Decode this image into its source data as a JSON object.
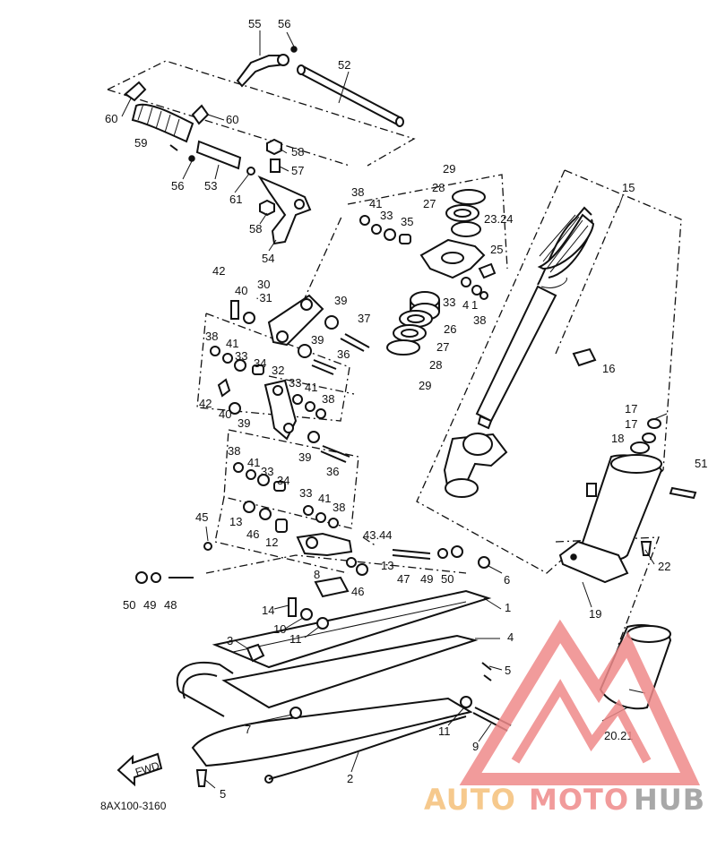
{
  "diagram_code": "8AX100-3160",
  "fwd_label": "FWD",
  "watermark": {
    "part1": "AUTO",
    "part2": "MOTO",
    "part3": "HUB",
    "color_light": "#f5c07a",
    "color_mid": "#ef8a8a",
    "color_dark": "#9a9a9a"
  },
  "callouts": [
    {
      "text": "55"
    },
    {
      "text": "56"
    },
    {
      "text": "52"
    },
    {
      "text": "60"
    },
    {
      "text": "60"
    },
    {
      "text": "59"
    },
    {
      "text": "58"
    },
    {
      "text": "57"
    },
    {
      "text": "56"
    },
    {
      "text": "53"
    },
    {
      "text": "61"
    },
    {
      "text": "58"
    },
    {
      "text": "54"
    },
    {
      "text": "29"
    },
    {
      "text": "28"
    },
    {
      "text": "27"
    },
    {
      "text": "23.24"
    },
    {
      "text": "25"
    },
    {
      "text": "38"
    },
    {
      "text": "41"
    },
    {
      "text": "33"
    },
    {
      "text": "35"
    },
    {
      "text": "15"
    },
    {
      "text": "42"
    },
    {
      "text": "40"
    },
    {
      "text": "30"
    },
    {
      "text": "·31"
    },
    {
      "text": "39"
    },
    {
      "text": "37"
    },
    {
      "text": "39"
    },
    {
      "text": "36"
    },
    {
      "text": "33"
    },
    {
      "text": "4"
    },
    {
      "text": "1"
    },
    {
      "text": "38"
    },
    {
      "text": "26"
    },
    {
      "text": "27"
    },
    {
      "text": "28"
    },
    {
      "text": "29"
    },
    {
      "text": "16"
    },
    {
      "text": "38"
    },
    {
      "text": "41"
    },
    {
      "text": "33"
    },
    {
      "text": "34"
    },
    {
      "text": "32"
    },
    {
      "text": "33"
    },
    {
      "text": "41"
    },
    {
      "text": "38"
    },
    {
      "text": "42"
    },
    {
      "text": "40"
    },
    {
      "text": "39"
    },
    {
      "text": "17"
    },
    {
      "text": "17"
    },
    {
      "text": "18"
    },
    {
      "text": "51"
    },
    {
      "text": "39"
    },
    {
      "text": "36"
    },
    {
      "text": "38"
    },
    {
      "text": "41"
    },
    {
      "text": "33"
    },
    {
      "text": "34"
    },
    {
      "text": "33"
    },
    {
      "text": "41"
    },
    {
      "text": "38"
    },
    {
      "text": "13"
    },
    {
      "text": "46"
    },
    {
      "text": "12"
    },
    {
      "text": "45"
    },
    {
      "text": "43.44"
    },
    {
      "text": "22"
    },
    {
      "text": "13"
    },
    {
      "text": "47"
    },
    {
      "text": "49"
    },
    {
      "text": "50"
    },
    {
      "text": "6"
    },
    {
      "text": "8"
    },
    {
      "text": "46"
    },
    {
      "text": "19"
    },
    {
      "text": "50"
    },
    {
      "text": "49"
    },
    {
      "text": "48"
    },
    {
      "text": "14"
    },
    {
      "text": "1"
    },
    {
      "text": "10"
    },
    {
      "text": "11"
    },
    {
      "text": "4"
    },
    {
      "text": "3"
    },
    {
      "text": "5"
    },
    {
      "text": "7"
    },
    {
      "text": "11"
    },
    {
      "text": "9"
    },
    {
      "text": "20.21"
    },
    {
      "text": "2"
    },
    {
      "text": "5"
    }
  ]
}
